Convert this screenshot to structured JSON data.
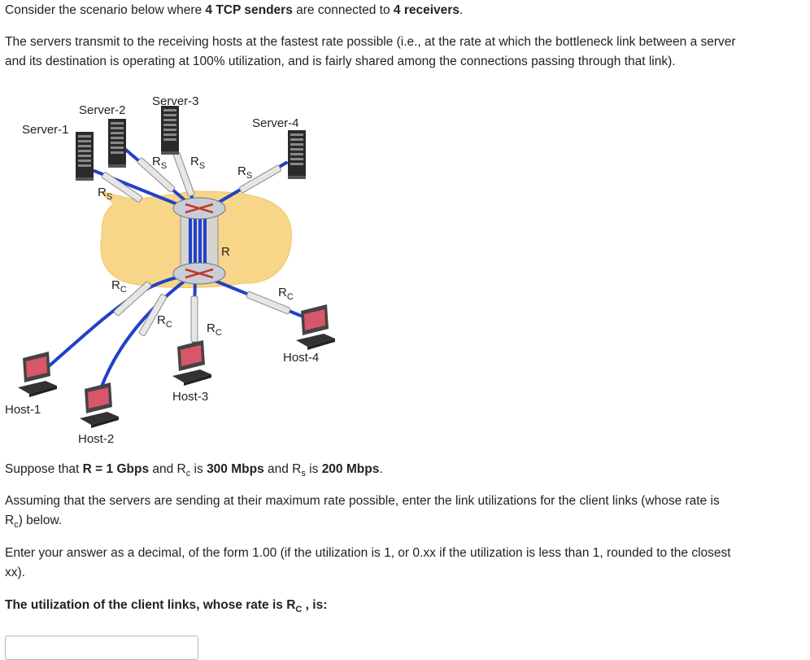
{
  "intro": {
    "prefix": "Consider the scenario below where ",
    "senders": "4 TCP senders",
    "middle": " are connected to ",
    "receivers": "4  receivers",
    "suffix": "."
  },
  "description": {
    "line1": "The servers  transmit to the receiving hosts at the fastest rate possible (i.e., at the rate at which the bottleneck link between a server",
    "line2": "and its destination is operating at 100% utilization, and is fairly shared among the connections passing through that link)."
  },
  "diagram": {
    "servers": [
      "Server-1",
      "Server-2",
      "Server-3",
      "Server-4"
    ],
    "hosts": [
      "Host-1",
      "Host-2",
      "Host-3",
      "Host-4"
    ],
    "router_link_label": "R",
    "server_link_label": "R",
    "server_link_sub": "S",
    "client_link_label": "R",
    "client_link_sub": "C"
  },
  "given": {
    "p1": "Suppose that ",
    "r_val": "R = 1 Gbps",
    "p2": " and R",
    "rc_sub": "c",
    "p3": " is ",
    "rc_val": "300 Mbps",
    "p4": " and R",
    "rs_sub": "s",
    "p5": " is ",
    "rs_val": "200 Mbps",
    "p6": "."
  },
  "assume": {
    "line1": "Assuming that the servers are sending at their maximum rate possible, enter the link utilizations for the client links (whose rate is",
    "line2_prefix": "R",
    "line2_sub": "c",
    "line2_suffix": ") below."
  },
  "enter": {
    "line1": "Enter your answer as a decimal, of the form 1.00 (if the utilization is 1, or 0.xx if the utilization is less than 1, rounded to the closest",
    "line2": "xx)."
  },
  "question": {
    "prefix": "The utilization of the client links,  whose rate is R",
    "sub": "C",
    "suffix": " , is:"
  },
  "answer": {
    "value": ""
  }
}
